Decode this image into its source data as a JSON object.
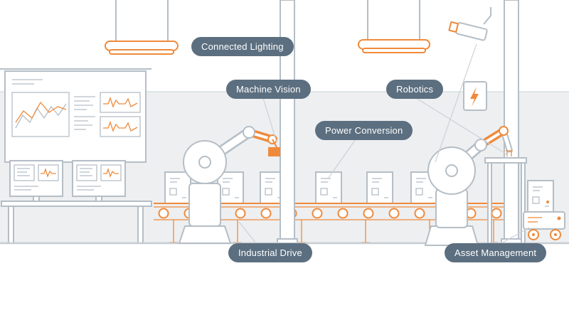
{
  "labels": {
    "connected_lighting": "Connected Lighting",
    "machine_vision": "Machine Vision",
    "robotics": "Robotics",
    "power_conversion": "Power Conversion",
    "industrial_drive": "Industrial Drive",
    "asset_management": "Asset Management"
  },
  "colors": {
    "badge_background": "#5c6f80",
    "badge_text": "#ffffff",
    "accent_orange": "#ef8a3b",
    "outline_gray": "#b5bec6",
    "wall_gray": "#edeff1",
    "floor_line": "#c6ccd1",
    "connector_line": "#ccd3d8"
  },
  "illustration": {
    "elements": [
      "pendant-lights",
      "security-camera",
      "dashboard-panel",
      "console-monitors",
      "robot-arm-left",
      "robot-arm-right",
      "conveyor-belt",
      "crates",
      "pillars",
      "electrical-panel",
      "side-table",
      "agv-cart"
    ]
  }
}
